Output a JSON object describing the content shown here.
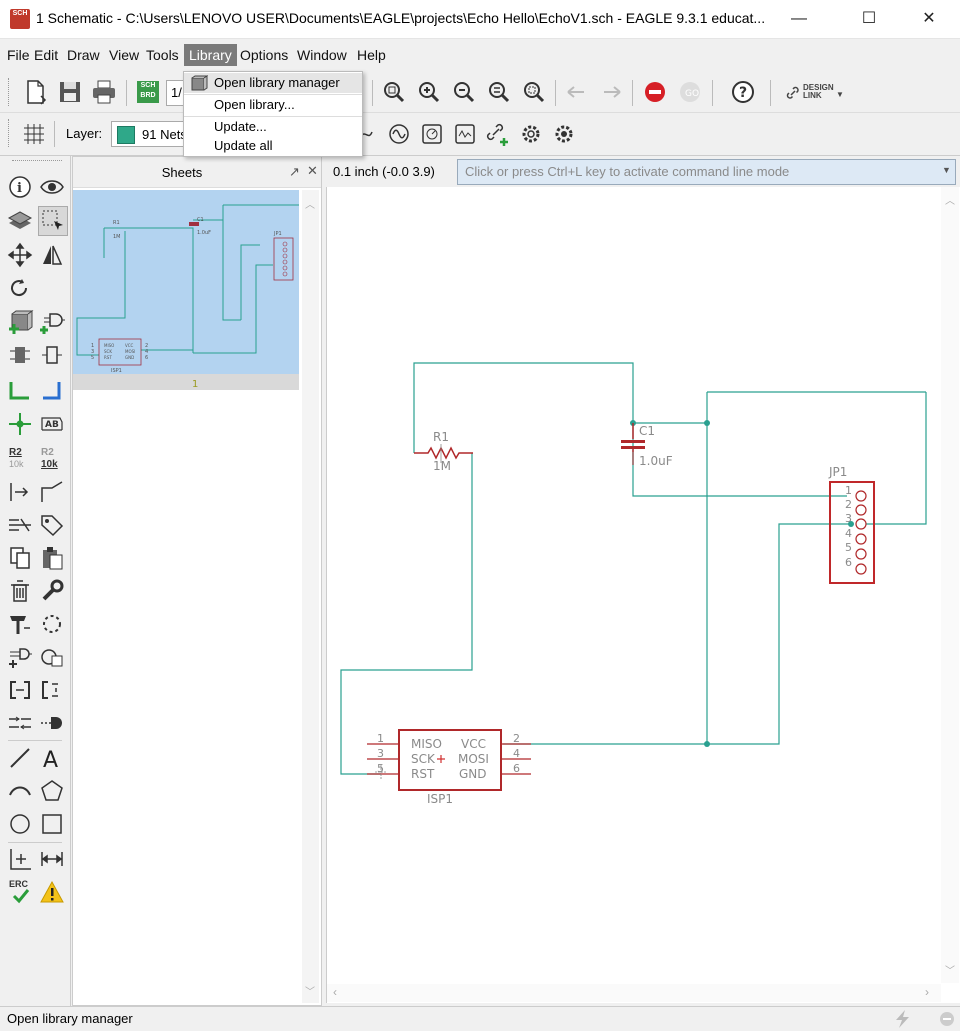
{
  "window": {
    "title": "1 Schematic - C:\\Users\\LENOVO USER\\Documents\\EAGLE\\projects\\Echo Hello\\EchoV1.sch - EAGLE 9.3.1 educat...",
    "app_icon": "SCH",
    "min_glyph": "—",
    "max_glyph": "☐",
    "close_glyph": "✕"
  },
  "menu": [
    "File",
    "Edit",
    "Draw",
    "View",
    "Tools",
    "Library",
    "Options",
    "Window",
    "Help"
  ],
  "library_menu": {
    "items": [
      "Open library manager",
      "Open library...",
      "Update...",
      "Update all"
    ]
  },
  "toolbar1": {
    "sch_brd_label": "SCH\nBRD",
    "sheet_combo": "1/",
    "design_link": "DESIGN\nLINK"
  },
  "toolbar2": {
    "layer_label": "Layer:",
    "layer_value": "91 Nets",
    "layer_color": "#2fa889"
  },
  "sheets": {
    "title": "Sheets",
    "sheet_number": "1"
  },
  "coordinates": "0.1 inch (-0.0 3.9)",
  "command_placeholder": "Click or press Ctrl+L key to activate command line mode",
  "palette": {
    "r2_label": "R2",
    "value_label": "10k",
    "ab_label": "AB",
    "erc_label": "ERC"
  },
  "schematic": {
    "r1": {
      "name": "R1",
      "value": "1M"
    },
    "c1": {
      "name": "C1",
      "value": "1.0uF"
    },
    "jp1": {
      "name": "JP1",
      "pins": [
        "1",
        "2",
        "3",
        "4",
        "5",
        "6"
      ]
    },
    "isp1": {
      "name": "ISP1",
      "left_pins": [
        "1",
        "3",
        "5"
      ],
      "right_pins": [
        "2",
        "4",
        "6"
      ],
      "left_signals": [
        "MISO",
        "SCK",
        "RST"
      ],
      "right_signals": [
        "VCC",
        "MOSI",
        "GND"
      ]
    }
  },
  "thumbnail": {
    "r1": "R1",
    "r1_value": "1M",
    "c1": "C1",
    "c1_value": "1.0uF",
    "jp1": "JP1",
    "isp1": "ISP1",
    "left_pins": [
      "1",
      "3",
      "5"
    ],
    "right_pins": [
      "2",
      "4",
      "6"
    ],
    "signals_left": [
      "MISO",
      "SCK",
      "RST"
    ],
    "signals_right": [
      "VCC",
      "MOSI",
      "GND"
    ]
  },
  "status": "Open library manager",
  "colors": {
    "net": "#2aa090",
    "part_outline": "#b0282a",
    "part_text": "#8a8a8a",
    "thumbnail_bg": "#b3d3f0"
  }
}
